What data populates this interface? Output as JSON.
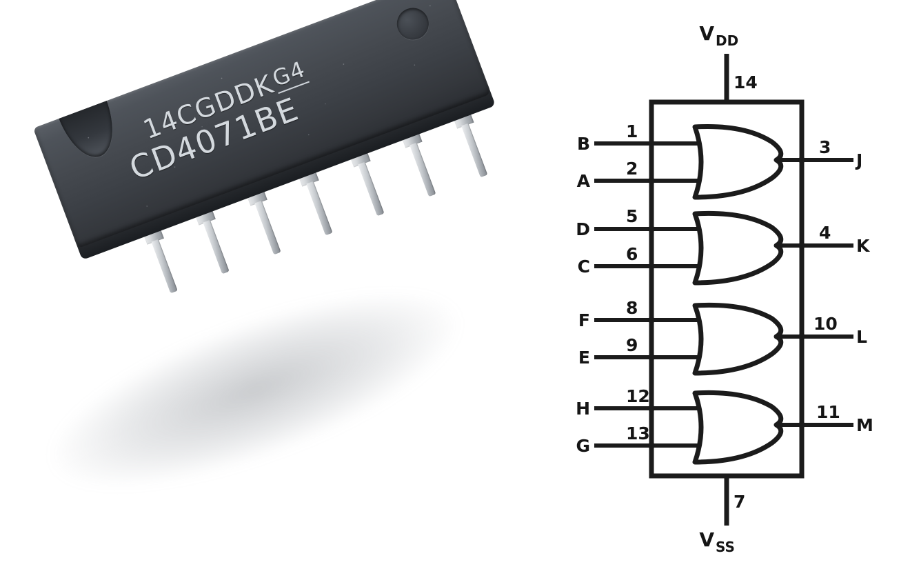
{
  "photo": {
    "part_marking_line1": "14CGDDK",
    "part_marking_suffix": "G4",
    "part_marking_line2": "CD4071BE",
    "package_color": "#42464c",
    "pin_color": "#c8ccd0",
    "visible_pin_count": 7,
    "pin_1_indicator": "dot-dimple",
    "key_feature": "end-notch"
  },
  "diagram": {
    "supply_top": {
      "label": "V",
      "subscript": "DD",
      "pin": "14"
    },
    "supply_bottom": {
      "label": "V",
      "subscript": "SS",
      "pin": "7"
    },
    "gates": [
      {
        "id": "gate-1",
        "type": "OR",
        "inputs": [
          {
            "signal": "B",
            "pin": "1"
          },
          {
            "signal": "A",
            "pin": "2"
          }
        ],
        "output": {
          "signal": "J",
          "pin": "3"
        }
      },
      {
        "id": "gate-2",
        "type": "OR",
        "inputs": [
          {
            "signal": "D",
            "pin": "5"
          },
          {
            "signal": "C",
            "pin": "6"
          }
        ],
        "output": {
          "signal": "K",
          "pin": "4"
        }
      },
      {
        "id": "gate-3",
        "type": "OR",
        "inputs": [
          {
            "signal": "F",
            "pin": "8"
          },
          {
            "signal": "E",
            "pin": "9"
          }
        ],
        "output": {
          "signal": "L",
          "pin": "10"
        }
      },
      {
        "id": "gate-4",
        "type": "OR",
        "inputs": [
          {
            "signal": "H",
            "pin": "12"
          },
          {
            "signal": "G",
            "pin": "13"
          }
        ],
        "output": {
          "signal": "M",
          "pin": "11"
        }
      }
    ]
  }
}
